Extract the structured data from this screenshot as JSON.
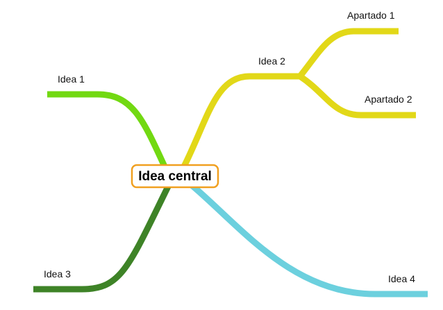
{
  "central_topic": {
    "label": "Idea central",
    "border_color": "#f0a020"
  },
  "topics": [
    {
      "label": "Idea 1",
      "color": "#72d912"
    },
    {
      "label": "Idea 2",
      "color": "#e2d818"
    },
    {
      "label": "Idea 3",
      "color": "#3e8327"
    },
    {
      "label": "Idea 4",
      "color": "#6cd0de"
    }
  ],
  "subtopics": [
    {
      "parent": "Idea 2",
      "label": "Apartado 1",
      "color": "#e2d818"
    },
    {
      "parent": "Idea 2",
      "label": "Apartado 2",
      "color": "#e2d818"
    }
  ]
}
